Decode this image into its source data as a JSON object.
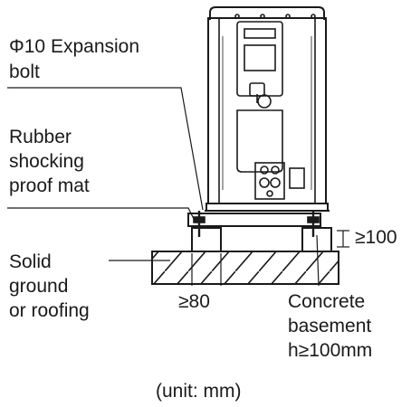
{
  "labels": {
    "bolt_line1": "Φ10 Expansion",
    "bolt_line2": "bolt",
    "mat_line1": "Rubber",
    "mat_line2": "shocking",
    "mat_line3": "proof mat",
    "ground_line1": "Solid",
    "ground_line2": "ground",
    "ground_line3": "or roofing",
    "height_dim": "≥100",
    "width_dim": "≥80",
    "basement_line1": "Concrete",
    "basement_line2": "basement",
    "basement_line3": "h≥100mm",
    "unit_note": "(unit: mm)"
  },
  "colors": {
    "line": "#1a1a1a",
    "background": "#ffffff"
  }
}
